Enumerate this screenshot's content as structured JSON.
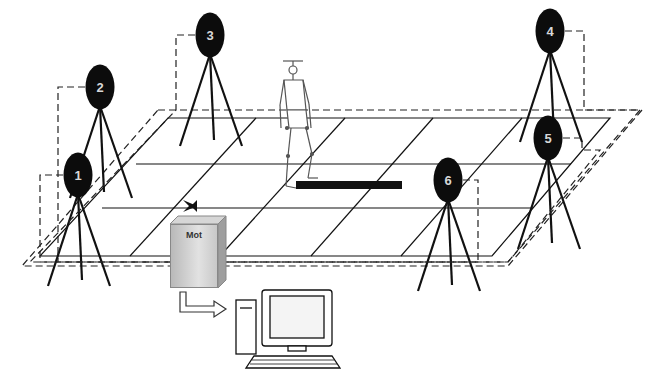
{
  "diagram": {
    "nodes": [
      {
        "text": [
          "1"
        ]
      },
      {
        "text": [
          "2"
        ]
      },
      {
        "text": [
          "3"
        ]
      },
      {
        "text": [
          "4"
        ]
      },
      {
        "text": [
          "5"
        ]
      },
      {
        "text": [
          "6"
        ]
      },
      {
        "text": [
          "Mot"
        ]
      }
    ],
    "edges": [
      {
        "from": 0,
        "to": 6,
        "arrow": "none"
      },
      {
        "from": 1,
        "to": 6,
        "arrow": "none"
      },
      {
        "from": 2,
        "to": 6,
        "arrow": "none"
      },
      {
        "from": 3,
        "to": 6,
        "arrow": "none"
      },
      {
        "from": 4,
        "to": 6,
        "arrow": "none"
      },
      {
        "from": 5,
        "to": 6,
        "arrow": "none"
      }
    ]
  }
}
